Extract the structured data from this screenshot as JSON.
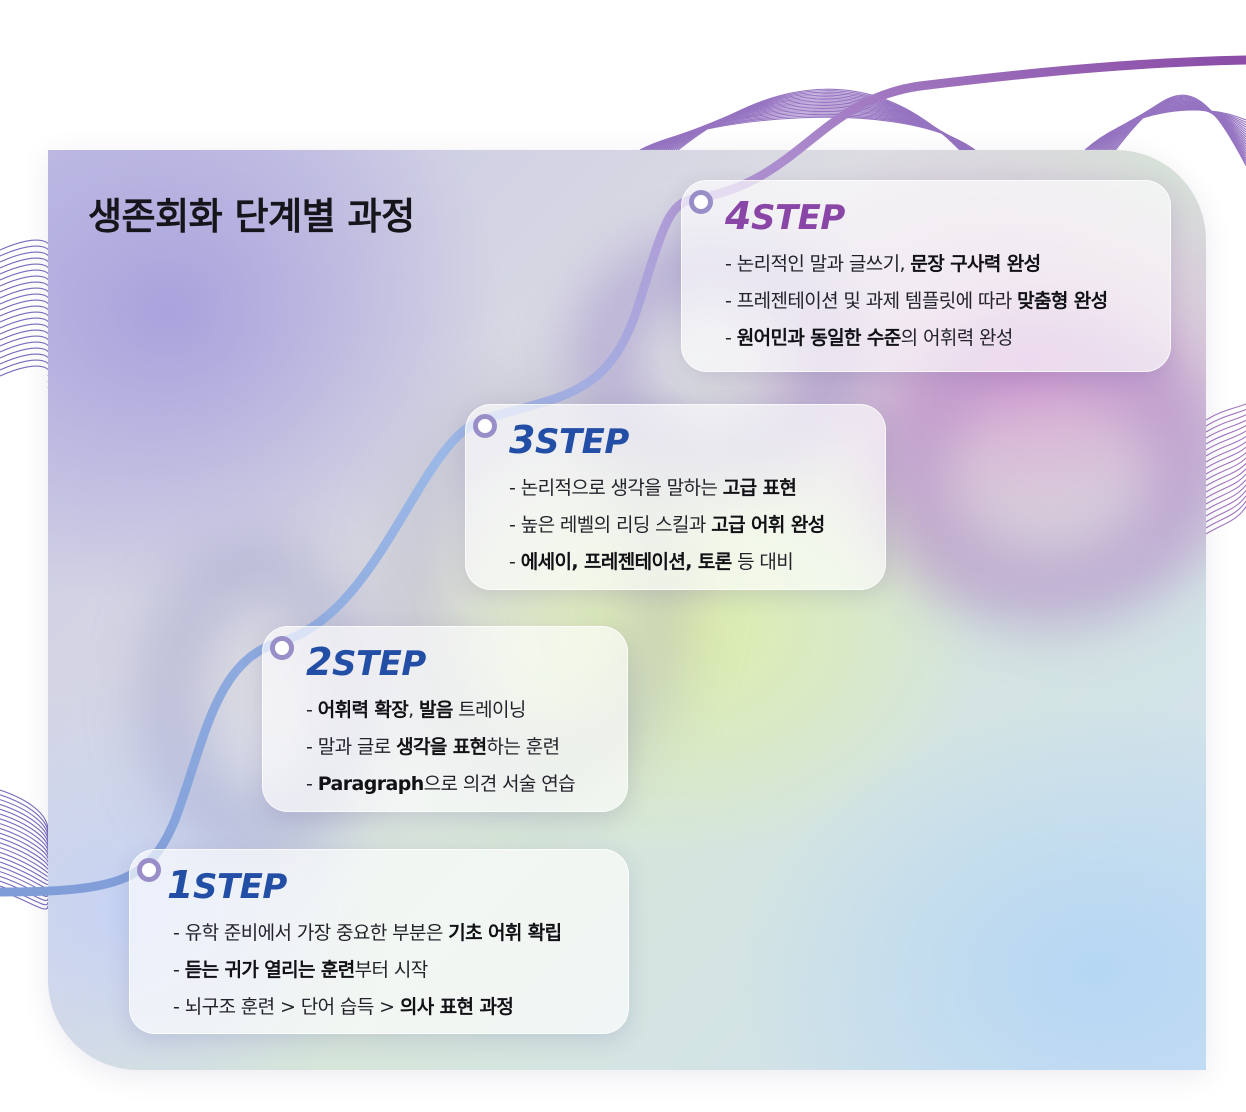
{
  "title": "생존회화 단계별 과정",
  "colors": {
    "step_blue": "#234ea6",
    "step_purple": "#8a46a6",
    "path_blue": "#8aaee0",
    "path_purple": "#9c6ab8",
    "deco_lines": "#4a3aa8"
  },
  "steps": [
    {
      "num": "1",
      "label": "STEP",
      "items": [
        [
          {
            "t": "- 유학 준비에서 가장 중요한 부분은 "
          },
          {
            "t": "기초 어휘 확립",
            "b": true
          }
        ],
        [
          {
            "t": "- "
          },
          {
            "t": "듣는 귀가 열리는 훈련",
            "b": true
          },
          {
            "t": "부터 시작"
          }
        ],
        [
          {
            "t": "- 뇌구조 훈련 > 단어 습득 > "
          },
          {
            "t": "의사 표현 과정",
            "b": true
          }
        ]
      ]
    },
    {
      "num": "2",
      "label": "STEP",
      "items": [
        [
          {
            "t": "- "
          },
          {
            "t": "어휘력 확장",
            "b": true
          },
          {
            "t": ", "
          },
          {
            "t": "발음",
            "b": true
          },
          {
            "t": " 트레이닝"
          }
        ],
        [
          {
            "t": "- 말과 글로 "
          },
          {
            "t": "생각을 표현",
            "b": true
          },
          {
            "t": "하는 훈련"
          }
        ],
        [
          {
            "t": "- "
          },
          {
            "t": "Paragraph",
            "b": true
          },
          {
            "t": "으로 의견 서술 연습"
          }
        ]
      ]
    },
    {
      "num": "3",
      "label": "STEP",
      "items": [
        [
          {
            "t": "- 논리적으로 생각을 말하는 "
          },
          {
            "t": "고급 표현",
            "b": true
          }
        ],
        [
          {
            "t": "- 높은 레벨의 리딩 스킬과 "
          },
          {
            "t": "고급 어휘 완성",
            "b": true
          }
        ],
        [
          {
            "t": "- "
          },
          {
            "t": "에세이, 프레젠테이션, 토론",
            "b": true
          },
          {
            "t": " 등 대비"
          }
        ]
      ]
    },
    {
      "num": "4",
      "label": "STEP",
      "items": [
        [
          {
            "t": "- 논리적인 말과 글쓰기, "
          },
          {
            "t": "문장 구사력 완성",
            "b": true
          }
        ],
        [
          {
            "t": "- 프레젠테이션 및 과제 템플릿에 따라 "
          },
          {
            "t": "맞춤형 완성",
            "b": true
          }
        ],
        [
          {
            "t": "- "
          },
          {
            "t": "원어민과 동일한 수준",
            "b": true
          },
          {
            "t": "의 어휘력 완성"
          }
        ]
      ]
    }
  ]
}
